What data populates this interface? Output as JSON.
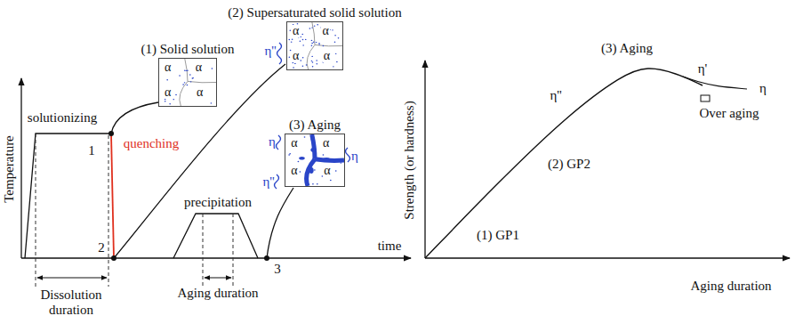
{
  "diagram": {
    "nodes": [
      {
        "text": [
          "(1) Solid solution",
          "α",
          "α",
          "α",
          "α"
        ]
      },
      {
        "text": [
          "(2) Supersaturated solid solution",
          "α",
          "α",
          "α",
          "α"
        ]
      },
      {
        "text": [
          "(3) Aging",
          "α",
          "α",
          "α",
          "α"
        ]
      }
    ],
    "labels": [
      "solutionizing",
      "quenching",
      "precipitation",
      "Temperature",
      "time",
      "1",
      "2",
      "3",
      "Dissolution duration",
      "Aging duration",
      "η''",
      "η",
      "η''",
      "η",
      "Strength (or hardness)",
      "Aging duration",
      "(1) GP1",
      "(2) GP2",
      "(3) Aging",
      "η''",
      "η'",
      "η",
      "Over aging"
    ]
  }
}
